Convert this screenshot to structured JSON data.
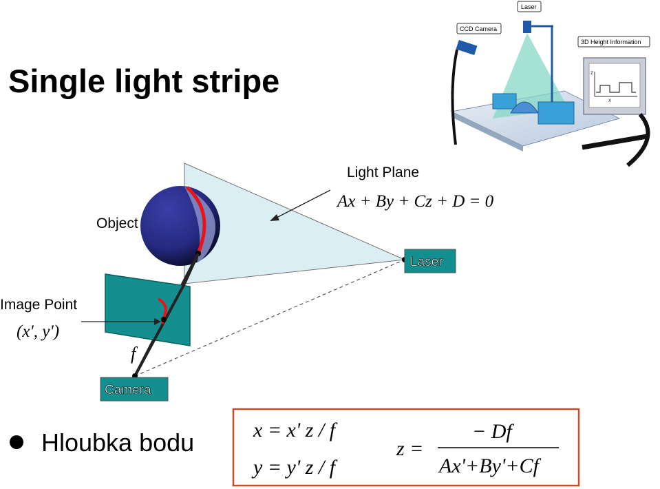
{
  "title": "Single light stripe",
  "bullet": "Hloubka bodu",
  "diagram": {
    "light_plane_label": "Light Plane",
    "plane_equation": "Ax + By + Cz + D = 0",
    "object_label": "Object",
    "laser_label": "Laser",
    "image_point_label": "Image Point",
    "image_point_coords": "(x', y')",
    "focal_label": "f",
    "camera_label": "Camera"
  },
  "setup_illustration": {
    "laser_label": "Laser",
    "ccd_camera_label": "CCD Camera",
    "height_info_label": "3D Height Information",
    "z_axis": "z",
    "x_axis": "x"
  },
  "formulas": {
    "x_eq": "x = x' z / f",
    "y_eq": "y = y' z / f",
    "z_lhs": "z =",
    "z_num": "− Df",
    "z_den": "Ax'+By'+Cf"
  },
  "colors": {
    "teal": "#138f8f",
    "plane_fill": "#dbeef4",
    "sphere": "#2e2f8e",
    "stripe": "#e8141a",
    "formula_border": "#c0502a"
  }
}
